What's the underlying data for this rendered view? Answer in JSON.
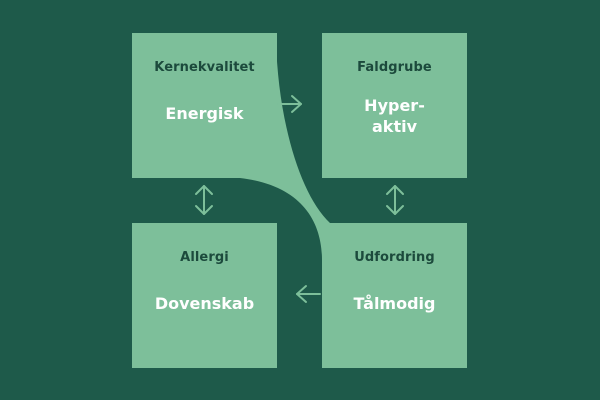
{
  "colors": {
    "background": "#1e5a4a",
    "box_fill": "#7dbf9a",
    "arrow": "#7dbf9a",
    "label_text": "#1c4a3c",
    "value_text": "#ffffff"
  },
  "quadrants": {
    "top_left": {
      "label": "Kernekvalitet",
      "value": "Energisk"
    },
    "top_right": {
      "label": "Faldgrube",
      "value": "Hyper-\naktiv"
    },
    "bottom_right": {
      "label": "Udfordring",
      "value": "Tålmodig"
    },
    "bottom_left": {
      "label": "Allergi",
      "value": "Dovenskab"
    }
  },
  "icons": {
    "top_arrow": "arrow-right-icon",
    "left_arrow": "arrow-up-down-icon",
    "right_arrow": "arrow-up-down-icon",
    "bottom_arrow": "arrow-left-icon"
  }
}
